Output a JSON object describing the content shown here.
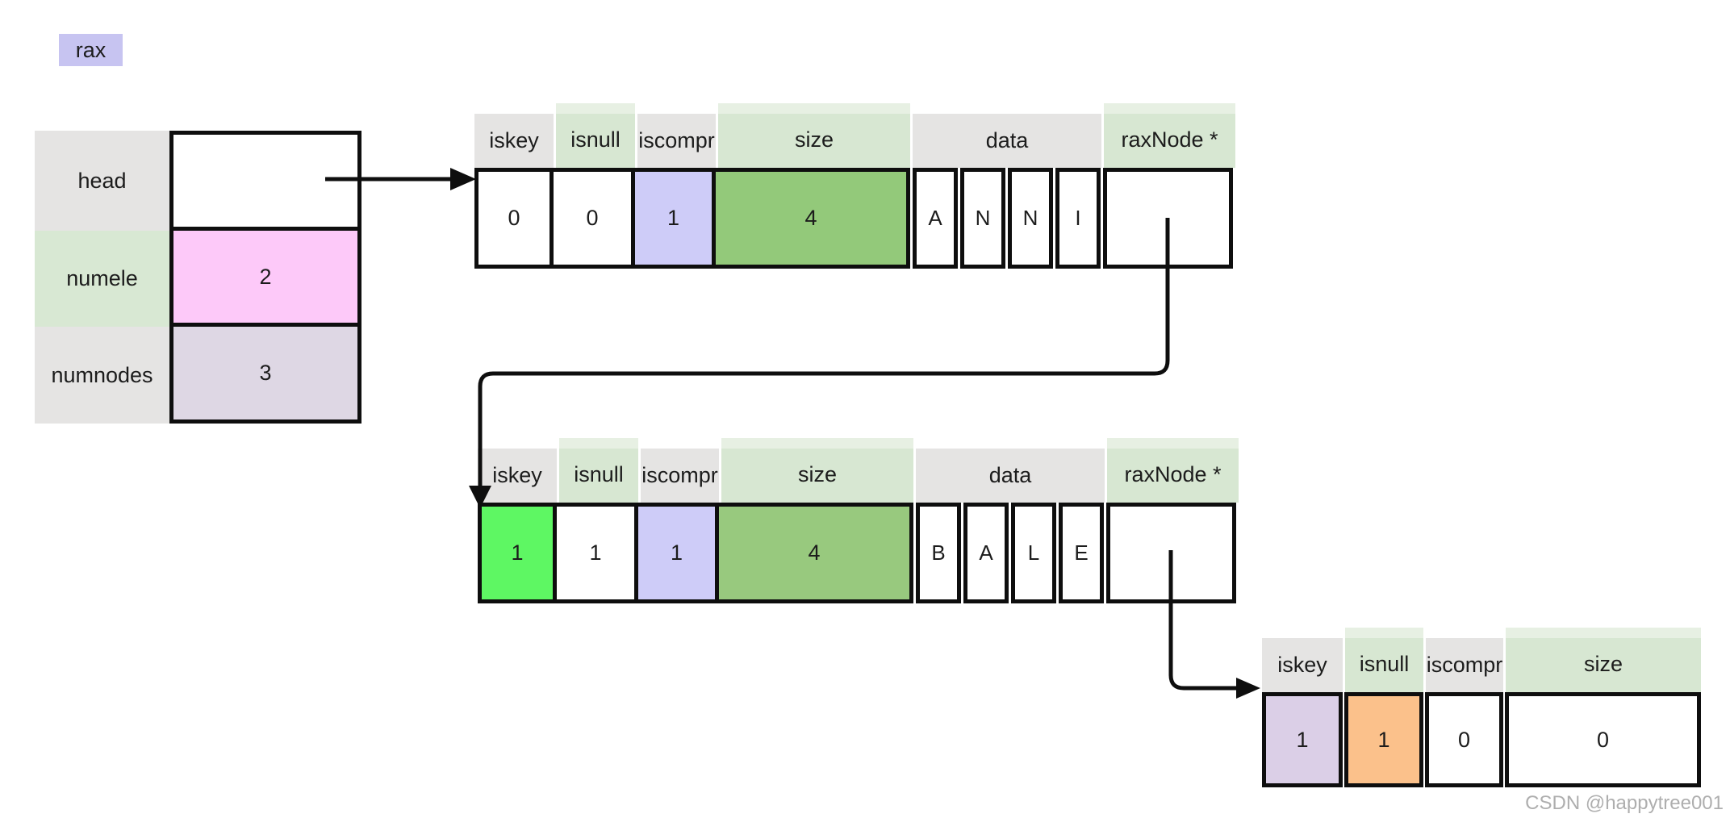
{
  "badge": {
    "text": "rax",
    "bg": "#c7c4f1"
  },
  "struct_table": {
    "rows": [
      {
        "label": "head",
        "label_bg": "#e5e4e3",
        "value": "",
        "value_bg": "#ffffff"
      },
      {
        "label": "numele",
        "label_bg": "#d8e8d3",
        "value": "2",
        "value_bg": "#fdc9f9"
      },
      {
        "label": "numnodes",
        "label_bg": "#e5e4e3",
        "value": "3",
        "value_bg": "#ded7e4"
      }
    ]
  },
  "node_tables": [
    {
      "headers": [
        {
          "label": "iskey"
        },
        {
          "label": "isnull"
        },
        {
          "label": "iscompr"
        },
        {
          "label": "size"
        },
        {
          "label": "data"
        },
        {
          "label": "raxNode *"
        }
      ],
      "cells": [
        {
          "text": "0",
          "bg": "#ffffff"
        },
        {
          "text": "0",
          "bg": "#ffffff"
        },
        {
          "text": "1",
          "bg": "#ceccf8"
        },
        {
          "text": "4",
          "bg": "#93c97a"
        },
        {
          "text": "A",
          "bg": "#ffffff"
        },
        {
          "text": "N",
          "bg": "#ffffff"
        },
        {
          "text": "N",
          "bg": "#ffffff"
        },
        {
          "text": "I",
          "bg": "#ffffff"
        },
        {
          "text": "",
          "bg": "#ffffff"
        }
      ]
    },
    {
      "headers": [
        {
          "label": "iskey"
        },
        {
          "label": "isnull"
        },
        {
          "label": "iscompr"
        },
        {
          "label": "size"
        },
        {
          "label": "data"
        },
        {
          "label": "raxNode *"
        }
      ],
      "cells": [
        {
          "text": "1",
          "bg": "#5ef763"
        },
        {
          "text": "1",
          "bg": "#ffffff"
        },
        {
          "text": "1",
          "bg": "#ceccf8"
        },
        {
          "text": "4",
          "bg": "#98c97e"
        },
        {
          "text": "B",
          "bg": "#ffffff"
        },
        {
          "text": "A",
          "bg": "#ffffff"
        },
        {
          "text": "L",
          "bg": "#ffffff"
        },
        {
          "text": "E",
          "bg": "#ffffff"
        },
        {
          "text": "",
          "bg": "#ffffff"
        }
      ]
    },
    {
      "headers": [
        {
          "label": "iskey"
        },
        {
          "label": "isnull"
        },
        {
          "label": "iscompr"
        },
        {
          "label": "size"
        }
      ],
      "cells": [
        {
          "text": "1",
          "bg": "#dbcfe7"
        },
        {
          "text": "1",
          "bg": "#fbc18b"
        },
        {
          "text": "0",
          "bg": "#ffffff"
        },
        {
          "text": "0",
          "bg": "#ffffff"
        }
      ]
    }
  ],
  "watermark": {
    "text": "CSDN @happytree001",
    "color": "#aeaeae"
  },
  "colors": {
    "background": "#ffffff",
    "border": "#0e0e0e",
    "header_gray": "#e5e4e3",
    "header_green": "#d7e7d2",
    "header_green_lip": "#e7f0e3"
  }
}
